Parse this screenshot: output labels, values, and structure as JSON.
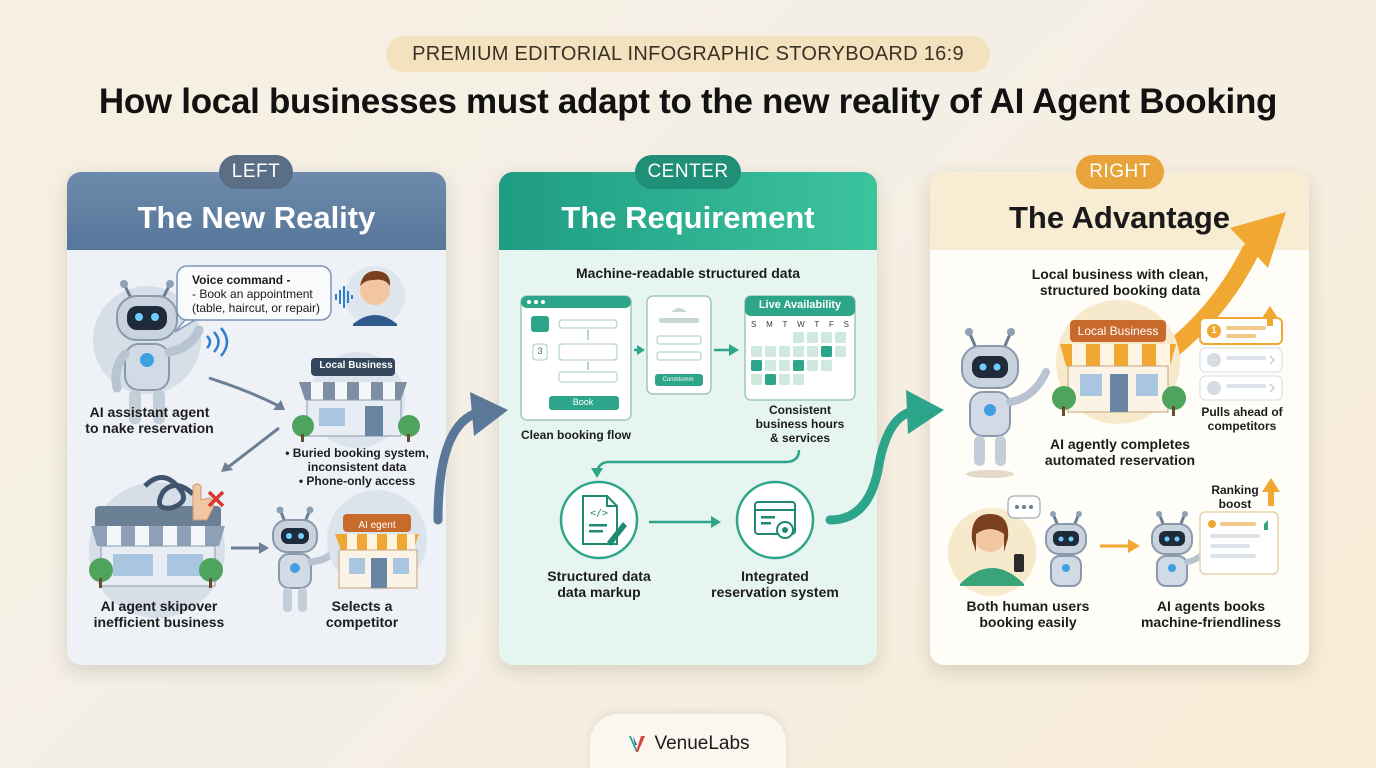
{
  "header": {
    "badge": "PREMIUM EDITORIAL INFOGRAPHIC STORYBOARD 16:9",
    "title": "How local businesses must adapt to the new reality of AI Agent Booking"
  },
  "left": {
    "tag": "LEFT",
    "title": "The New Reality",
    "voice_title": "Voice command -",
    "voice_line1": "- Book an appointment",
    "voice_line2": "(table, haircut, or repair)",
    "robot_label_1": "AI assistant agent",
    "robot_label_2": "to nake reservation",
    "shop_sign": "Local Business",
    "issue_1": "• Buried booking system,",
    "issue_2": "inconsistent data",
    "issue_3": "• Phone-only access",
    "skip_label_1": "AI agent skipover",
    "skip_label_2": "inefficient business",
    "competitor_sign": "AI egent",
    "competitor_label_1": "Selects a",
    "competitor_label_2": "competitor"
  },
  "center": {
    "tag": "CENTER",
    "title": "The Requirement",
    "subtitle": "Machine-readable structured data",
    "step_number": "3",
    "book_button": "Book",
    "confirm_button": "Conmtomm",
    "flow_label": "Clean booking flow",
    "availability_title": "Live Availability",
    "days": [
      "S",
      "M",
      "T",
      "W",
      "T",
      "F",
      "S"
    ],
    "hours_label_1": "Consistent",
    "hours_label_2": "business hours",
    "hours_label_3": "& services",
    "markup_label_1": "Structured data",
    "markup_label_2": "data markup",
    "integrated_label_1": "Integrated",
    "integrated_label_2": "reservation system"
  },
  "right": {
    "tag": "RIGHT",
    "title": "The Advantage",
    "subtitle_1": "Local business with clean,",
    "subtitle_2": "structured booking data",
    "shop_sign": "Local Business",
    "rank_number": "1",
    "ahead_label_1": "Pulls ahead of",
    "ahead_label_2": "competitors",
    "complete_label_1": "AI agently completes",
    "complete_label_2": "automated reservation",
    "ranking_label_1": "Ranking",
    "ranking_label_2": "boost",
    "human_label_1": "Both human users",
    "human_label_2": "booking easily",
    "agent_label_1": "AI agents books",
    "agent_label_2": "machine-friendliness"
  },
  "footer": {
    "brand": "VenueLabs"
  },
  "colors": {
    "left_head": "#5e7ea0",
    "center_head": "#27a98a",
    "right_head": "#f6e8c8",
    "accent_orange": "#f0a832",
    "teal": "#1f9a80"
  }
}
